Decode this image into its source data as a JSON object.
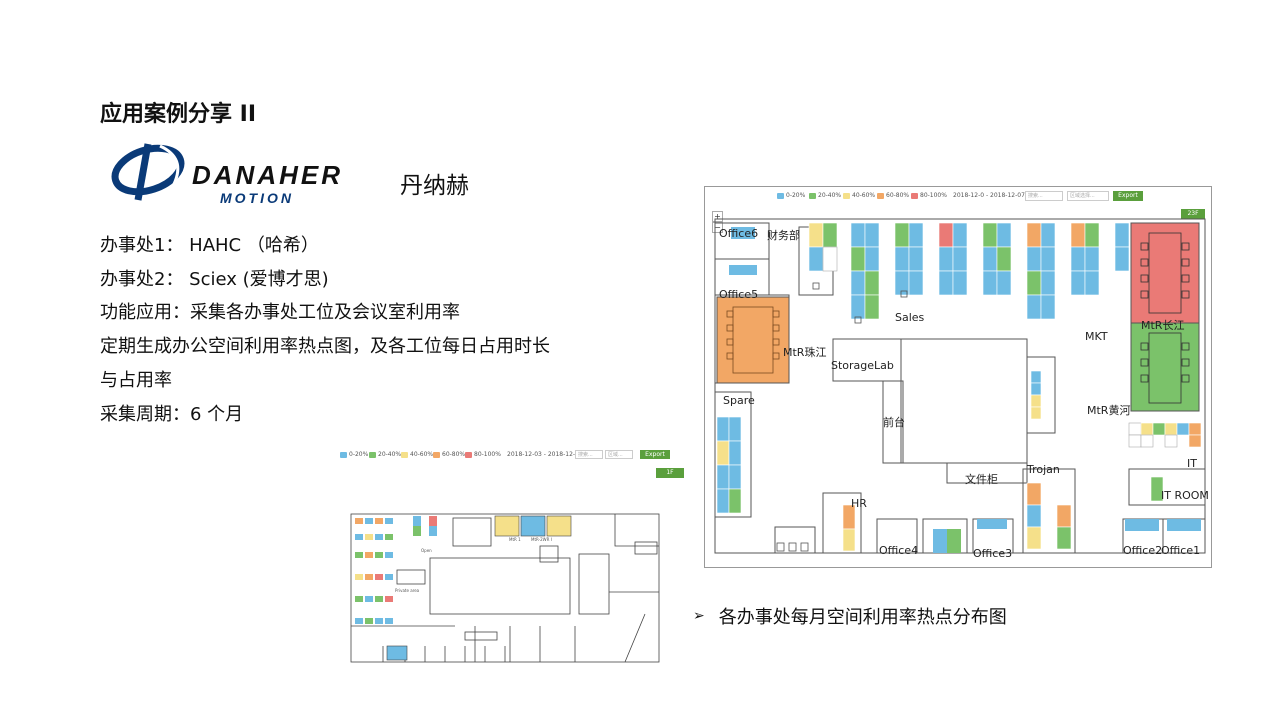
{
  "slide": {
    "title": "应用案例分享 II",
    "company_name": "丹纳赫",
    "logo": {
      "line1": "DANAHER",
      "line2": "MOTION"
    },
    "info_lines": [
      "办事处1： HAHC （哈希）",
      "办事处2： Sciex (爱博才思)",
      "功能应用：采集各办事处工位及会议室利用率",
      "定期生成办公空间利用率热点图，及各工位每日占用时长",
      "与占用率",
      "采集周期：6 个月"
    ],
    "bullet": "各办事处每月空间利用率热点分布图"
  },
  "legend": {
    "items": [
      {
        "label": "0-20%",
        "color": "#6ebbe3"
      },
      {
        "label": "20-40%",
        "color": "#7bc26a"
      },
      {
        "label": "40-60%",
        "color": "#f5e08a"
      },
      {
        "label": "60-80%",
        "color": "#f2a765"
      },
      {
        "label": "80-100%",
        "color": "#ea7a76"
      }
    ]
  },
  "small_panel": {
    "date_range": "2018-12-03 - 2018-12-03",
    "search_placeholder": "搜索...",
    "filter_placeholder": "区域...",
    "export_label": "Export",
    "floor_label": "1F",
    "room_labels": [
      "Open",
      "MtR 1",
      "MtR-2WR I",
      "Private area"
    ]
  },
  "large_panel": {
    "date_range": "2018-12-0 - 2018-12-07",
    "search_placeholder": "搜索...",
    "filter_placeholder": "区域选择...",
    "export_label": "Export",
    "floor_label": "23F",
    "zoom_in": "+",
    "zoom_out": "−",
    "room_labels": {
      "office6": "Office6",
      "finance": "财务部",
      "office5": "Office5",
      "sales": "Sales",
      "mkt": "MKT",
      "mtr_changjiang": "MtR长江",
      "mtr_zhujiang": "MtR珠江",
      "storagelab": "StorageLab",
      "spare": "Spare",
      "mtr_huanghe": "MtR黄河",
      "reception": "前台",
      "filing": "文件柜",
      "trojan": "Trojan",
      "it": "IT",
      "itroom": "IT ROOM",
      "hr": "HR",
      "office4": "Office4",
      "office3": "Office3",
      "office2": "Office2",
      "office1": "Office1"
    }
  },
  "colors": {
    "blue": "#6ebbe3",
    "green": "#7bc26a",
    "yellow": "#f5e08a",
    "orange": "#f2a765",
    "red": "#ea7a76",
    "logo_blue": "#0a3a78"
  }
}
